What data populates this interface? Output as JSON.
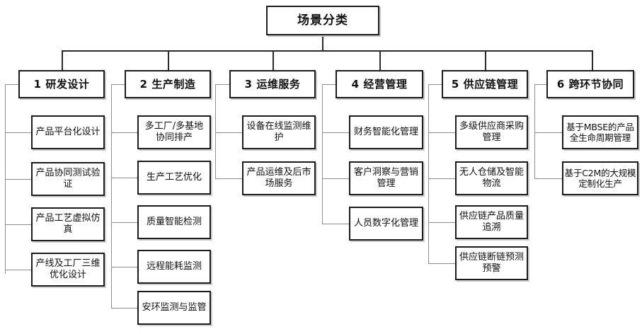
{
  "diagram": {
    "title": "场景分类",
    "type": "tree-hierarchy",
    "columns": [
      {
        "id": "col-1",
        "number": "1",
        "label": "1 研发设计",
        "items": [
          "产品平台化设计",
          "产品协同测试验证",
          "产品工艺虚拟仿真",
          "产线及工厂三维优化设计"
        ]
      },
      {
        "id": "col-2",
        "number": "2",
        "label": "2 生产制造",
        "items": [
          "多工厂/多基地协同排产",
          "生产工艺优化",
          "质量智能检测",
          "远程能耗监测",
          "安环监测与监管"
        ]
      },
      {
        "id": "col-3",
        "number": "3",
        "label": "3 运维服务",
        "items": [
          "设备在线监测维护",
          "产品运维及后市场服务"
        ]
      },
      {
        "id": "col-4",
        "number": "4",
        "label": "4 经营管理",
        "items": [
          "财务智能化管理",
          "客户洞察与营销管理",
          "人员数字化管理"
        ]
      },
      {
        "id": "col-5",
        "number": "5",
        "label": "5 供应链管理",
        "items": [
          "多级供应商采购管理",
          "无人仓储及智能物流",
          "供应链产品质量追溯",
          "供应链断链预测预警"
        ]
      },
      {
        "id": "col-6",
        "number": "6",
        "label": "6 跨环节协同",
        "items": [
          "基于MBSE的产品全生命周期管理",
          "基于C2M的大规模定制化生产"
        ]
      }
    ],
    "colors": {
      "background": "#ffffff",
      "box_border": "#1b1b1b",
      "box_fill": "#ffffff",
      "text": "#111111",
      "connector": "#8e8e8e",
      "connector_dark": "#2b2b2b",
      "shadow": "#c9c9c9"
    }
  }
}
